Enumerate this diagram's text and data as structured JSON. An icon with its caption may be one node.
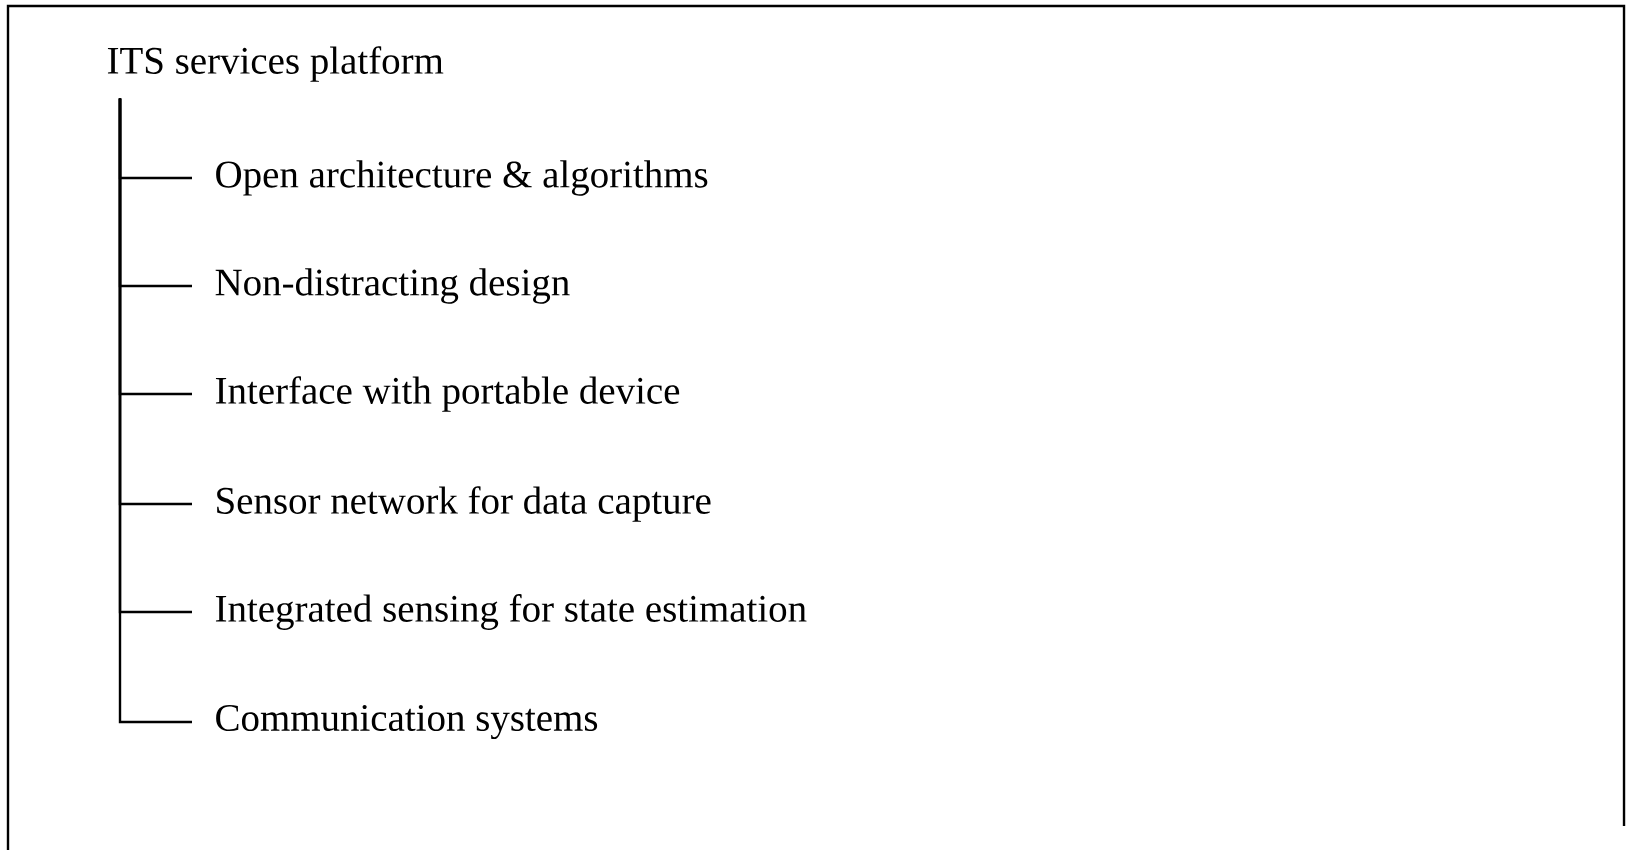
{
  "diagram": {
    "nodes": [
      {
        "text": [
          "ITS services platform"
        ]
      },
      {
        "text": [
          "Open architecture & algorithms"
        ]
      },
      {
        "text": [
          "Non-distracting design"
        ]
      },
      {
        "text": [
          "Interface with portable device"
        ]
      },
      {
        "text": [
          "Sensor network for data capture"
        ]
      },
      {
        "text": [
          "Integrated sensing for state estimation"
        ]
      },
      {
        "text": [
          "Communication systems"
        ]
      }
    ],
    "edges": [
      {
        "from": 0,
        "to": 1,
        "arrow": "none"
      },
      {
        "from": 0,
        "to": 2,
        "arrow": "none"
      },
      {
        "from": 0,
        "to": 3,
        "arrow": "none"
      },
      {
        "from": 0,
        "to": 4,
        "arrow": "none"
      },
      {
        "from": 0,
        "to": 5,
        "arrow": "none"
      },
      {
        "from": 0,
        "to": 6,
        "arrow": "none"
      }
    ]
  }
}
